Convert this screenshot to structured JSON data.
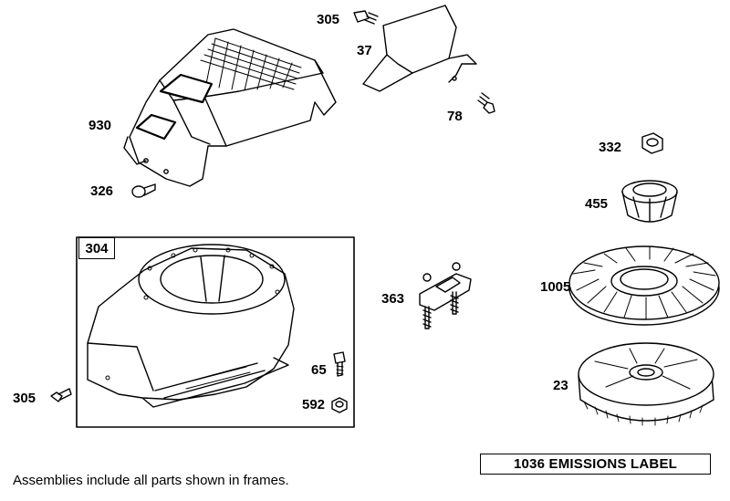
{
  "parts": {
    "p305_top": "305",
    "p37": "37",
    "p78": "78",
    "p930": "930",
    "p326": "326",
    "p332": "332",
    "p455": "455",
    "p304": "304",
    "p363": "363",
    "p1005": "1005",
    "p65": "65",
    "p305_bottom": "305",
    "p592": "592",
    "p23": "23"
  },
  "emissions_label": "1036 EMISSIONS LABEL",
  "footer_note": "Assemblies include all parts shown in frames.",
  "icons": [
    "blower-housing-cover",
    "air-guide",
    "screw",
    "bolt",
    "nut",
    "clutch-cup",
    "fan",
    "flywheel",
    "armature-bracket"
  ]
}
